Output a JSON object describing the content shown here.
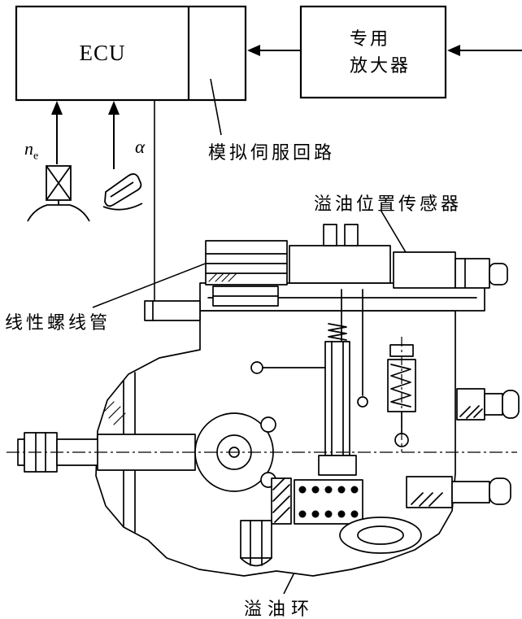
{
  "colors": {
    "ink": "#000000",
    "background": "#ffffff"
  },
  "blocks": {
    "ecu": {
      "label": "ECU"
    },
    "amplifier": {
      "line1": "专用",
      "line2": "放大器"
    }
  },
  "labels": {
    "servo_loop": "模拟伺服回路",
    "spill_position_sensor": "溢油位置传感器",
    "linear_solenoid": "线性螺线管",
    "spill_ring": "溢油环"
  },
  "signals": {
    "engine_speed_symbol": "n",
    "engine_speed_subscript": "e",
    "accelerator_symbol": "α"
  },
  "icons": {
    "speed_sensor": "crossed-box-sensor-icon",
    "accelerator": "accelerator-pedal-icon"
  }
}
